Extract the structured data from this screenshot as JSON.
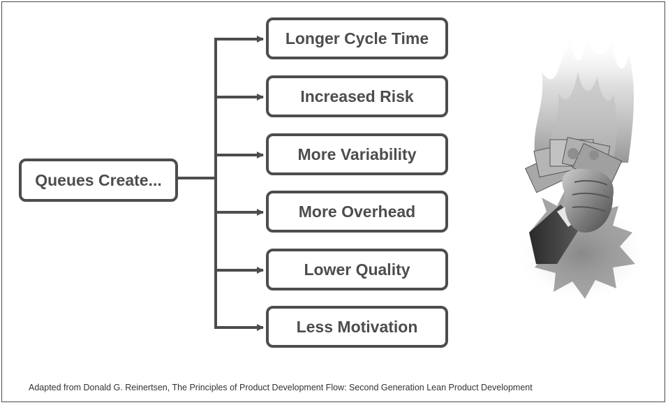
{
  "diagram": {
    "source": {
      "label": "Queues Create..."
    },
    "effects": [
      {
        "label": "Longer Cycle Time"
      },
      {
        "label": "Increased Risk"
      },
      {
        "label": "More Variability"
      },
      {
        "label": "More Overhead"
      },
      {
        "label": "Lower Quality"
      },
      {
        "label": "Less Motivation"
      }
    ],
    "colors": {
      "stroke": "#4d4d4d",
      "text": "#4d4d4d",
      "background": "#ffffff"
    }
  },
  "illustration": {
    "icon": "burning-money-fist-icon"
  },
  "citation": "Adapted from Donald G. Reinertsen, The Principles of Product Development Flow: Second Generation Lean Product Development"
}
